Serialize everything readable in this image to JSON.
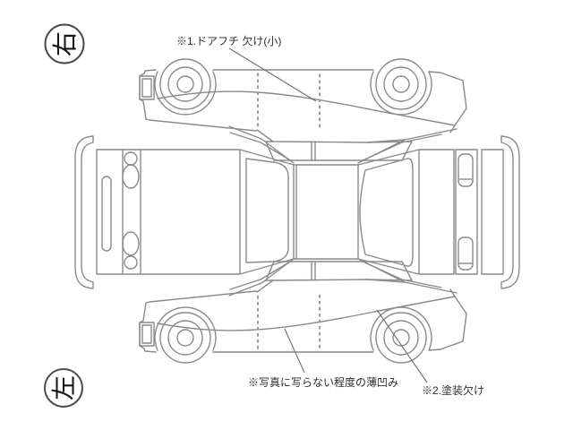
{
  "diagram": {
    "kind": "vehicle-condition-unfolded-view",
    "background_color": "#ffffff",
    "outline_color": "#8a8a8a",
    "text_color": "#2e2e2e"
  },
  "orientation_markers": {
    "top": {
      "label": "右",
      "shape": "circle",
      "rotation_deg": -90
    },
    "bottom": {
      "label": "左",
      "shape": "circle",
      "rotation_deg": -90
    }
  },
  "annotations": [
    {
      "ref": "1",
      "text": "※1.ドアフチ 欠け(小)",
      "target": "top-side-view-door"
    },
    {
      "ref": "",
      "text": "※写真に写らない程度の薄凹み",
      "target": "bottom-side-view-front-door"
    },
    {
      "ref": "2",
      "text": "※2.塗装欠け",
      "target": "bottom-side-view-rear-wheel"
    }
  ]
}
